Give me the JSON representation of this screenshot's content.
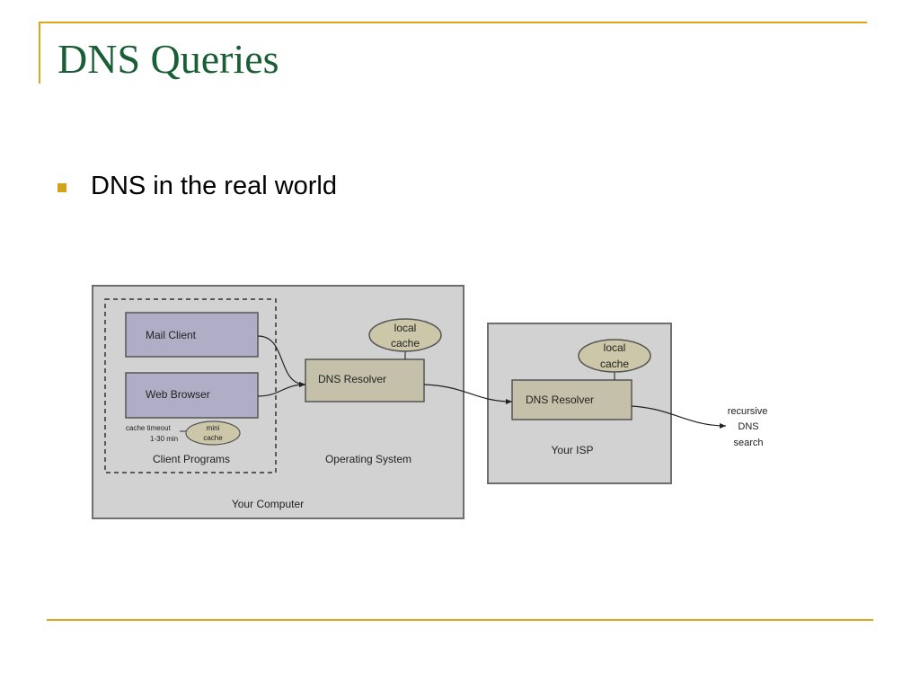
{
  "slide": {
    "title": "DNS Queries",
    "bullets": [
      "DNS in the real world"
    ]
  },
  "diagram": {
    "computer": {
      "label": "Your Computer",
      "client_group_label": "Client Programs",
      "os_label": "Operating System",
      "mail_client": "Mail Client",
      "web_browser": "Web Browser",
      "cache_timeout_line1": "cache timeout",
      "cache_timeout_line2": "1-30 min",
      "mini_cache_line1": "mini",
      "mini_cache_line2": "cache",
      "resolver": "DNS Resolver",
      "local_cache_line1": "local",
      "local_cache_line2": "cache"
    },
    "isp": {
      "label": "Your ISP",
      "resolver": "DNS Resolver",
      "local_cache_line1": "local",
      "local_cache_line2": "cache"
    },
    "recursive": {
      "line1": "recursive",
      "line2": "DNS",
      "line3": "search"
    }
  },
  "colors": {
    "title": "#1a5e36",
    "accent": "#e0a41c",
    "bullet": "#d4a11a",
    "panel_bg": "#d2d2d2",
    "client_box": "#b0aec6",
    "resolver_box": "#c4c0aa",
    "cache_ellipse": "#ccc7a8"
  }
}
